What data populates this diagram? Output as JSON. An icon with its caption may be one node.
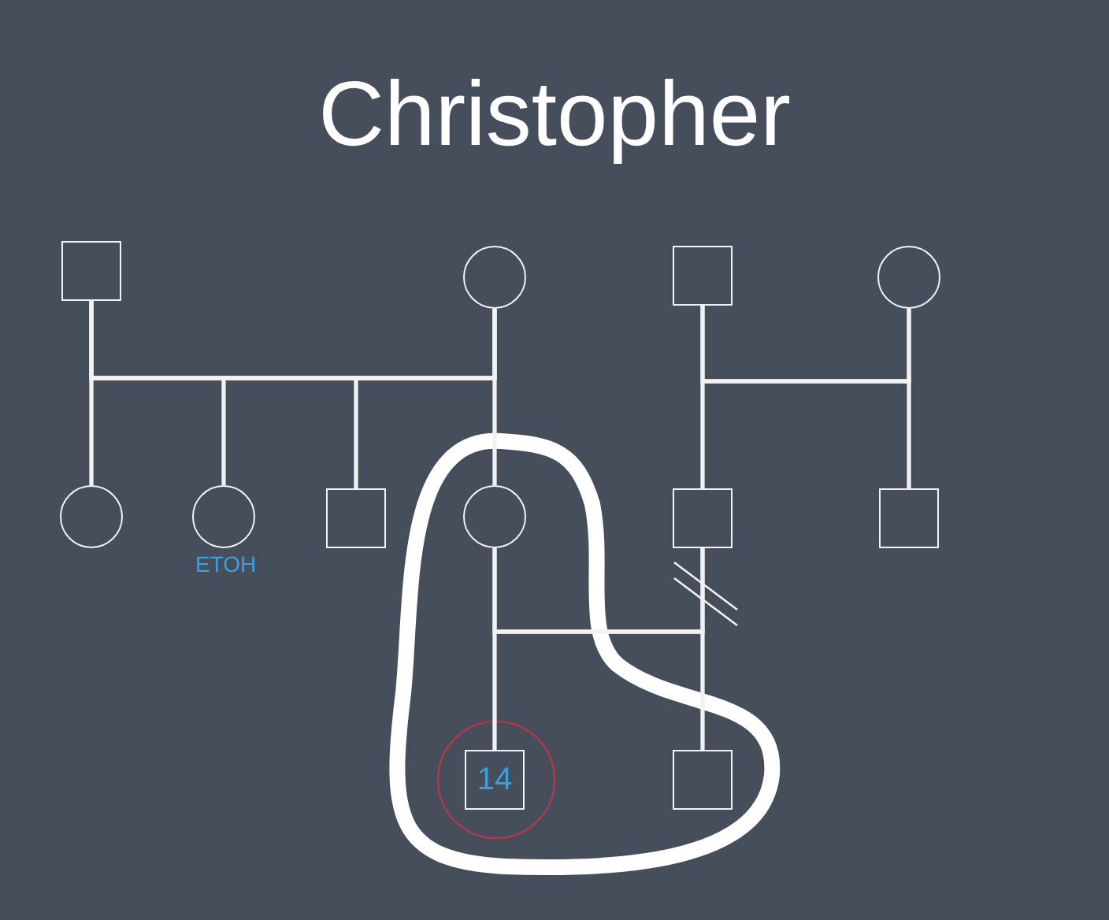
{
  "diagram": {
    "title": "Christopher",
    "nodes": [
      {
        "text": [],
        "shape": "box"
      },
      {
        "text": [],
        "shape": "circle"
      },
      {
        "text": [],
        "shape": "box"
      },
      {
        "text": [],
        "shape": "circle"
      },
      {
        "text": [],
        "shape": "circle"
      },
      {
        "text": [],
        "shape": "circle",
        "beside": [
          "ETOH"
        ]
      },
      {
        "text": [],
        "shape": "box"
      },
      {
        "text": [],
        "shape": "circle"
      },
      {
        "text": [],
        "shape": "box"
      },
      {
        "text": [],
        "shape": "box"
      },
      {
        "text": [
          "14"
        ]
      },
      {
        "text": [],
        "shape": "box"
      }
    ],
    "edges": [
      {
        "from": 0,
        "to": 1,
        "arrow": "none"
      },
      {
        "from": 0,
        "to": 4,
        "arrow": "none"
      },
      {
        "from": 0,
        "to": 5,
        "arrow": "none"
      },
      {
        "from": 0,
        "to": 6,
        "arrow": "none"
      },
      {
        "from": 0,
        "to": 7,
        "arrow": "none"
      },
      {
        "from": 1,
        "to": 4,
        "arrow": "none"
      },
      {
        "from": 1,
        "to": 5,
        "arrow": "none"
      },
      {
        "from": 1,
        "to": 6,
        "arrow": "none"
      },
      {
        "from": 1,
        "to": 7,
        "arrow": "none"
      },
      {
        "from": 2,
        "to": 3,
        "arrow": "none"
      },
      {
        "from": 2,
        "to": 8,
        "arrow": "none"
      },
      {
        "from": 2,
        "to": 9,
        "arrow": "none"
      },
      {
        "from": 3,
        "to": 8,
        "arrow": "none"
      },
      {
        "from": 3,
        "to": 9,
        "arrow": "none"
      },
      {
        "from": 7,
        "to": 8,
        "arrow": "none"
      },
      {
        "from": 7,
        "to": 10,
        "arrow": "none"
      },
      {
        "from": 7,
        "to": 11,
        "arrow": "none"
      },
      {
        "from": 8,
        "to": 10,
        "arrow": "none"
      },
      {
        "from": 8,
        "to": 11,
        "arrow": "none"
      }
    ]
  }
}
